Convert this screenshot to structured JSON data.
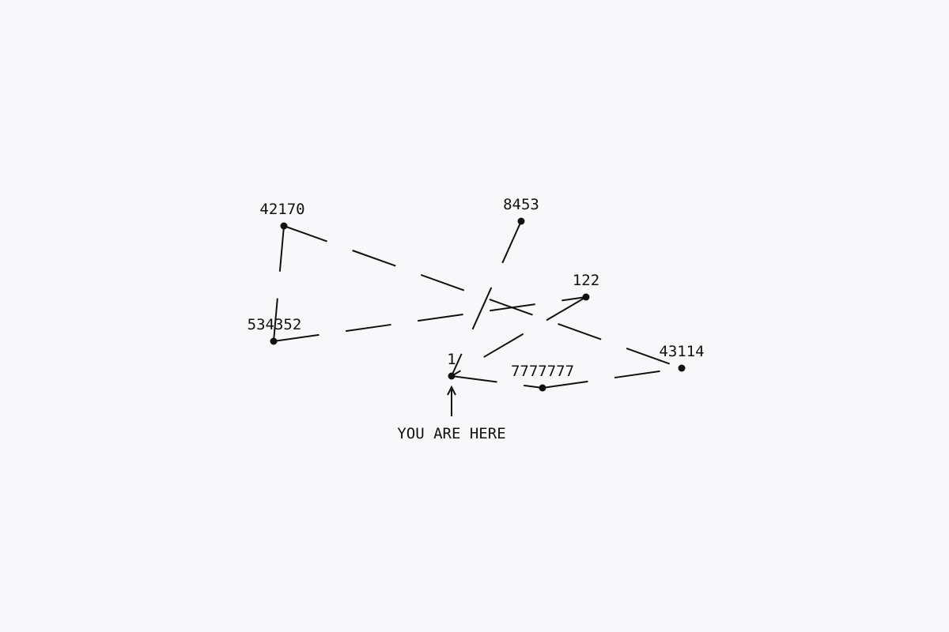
{
  "diagram": {
    "nodes": [
      {
        "id": "42170",
        "label": "42170"
      },
      {
        "id": "8453",
        "label": "8453"
      },
      {
        "id": "122",
        "label": "122"
      },
      {
        "id": "534352",
        "label": "534352"
      },
      {
        "id": "1",
        "label": "1"
      },
      {
        "id": "7777777",
        "label": "7777777"
      },
      {
        "id": "43114",
        "label": "43114"
      }
    ],
    "edges": [
      {
        "from": "42170",
        "to": "534352"
      },
      {
        "from": "42170",
        "to": "43114"
      },
      {
        "from": "534352",
        "to": "122"
      },
      {
        "from": "8453",
        "to": "1"
      },
      {
        "from": "122",
        "to": "1"
      },
      {
        "from": "1",
        "to": "7777777"
      },
      {
        "from": "7777777",
        "to": "43114"
      }
    ],
    "you_are_here": {
      "label": "YOU ARE HERE",
      "node": "1"
    }
  },
  "colors": {
    "background": "#f8f7fa",
    "ink": "#111111"
  }
}
